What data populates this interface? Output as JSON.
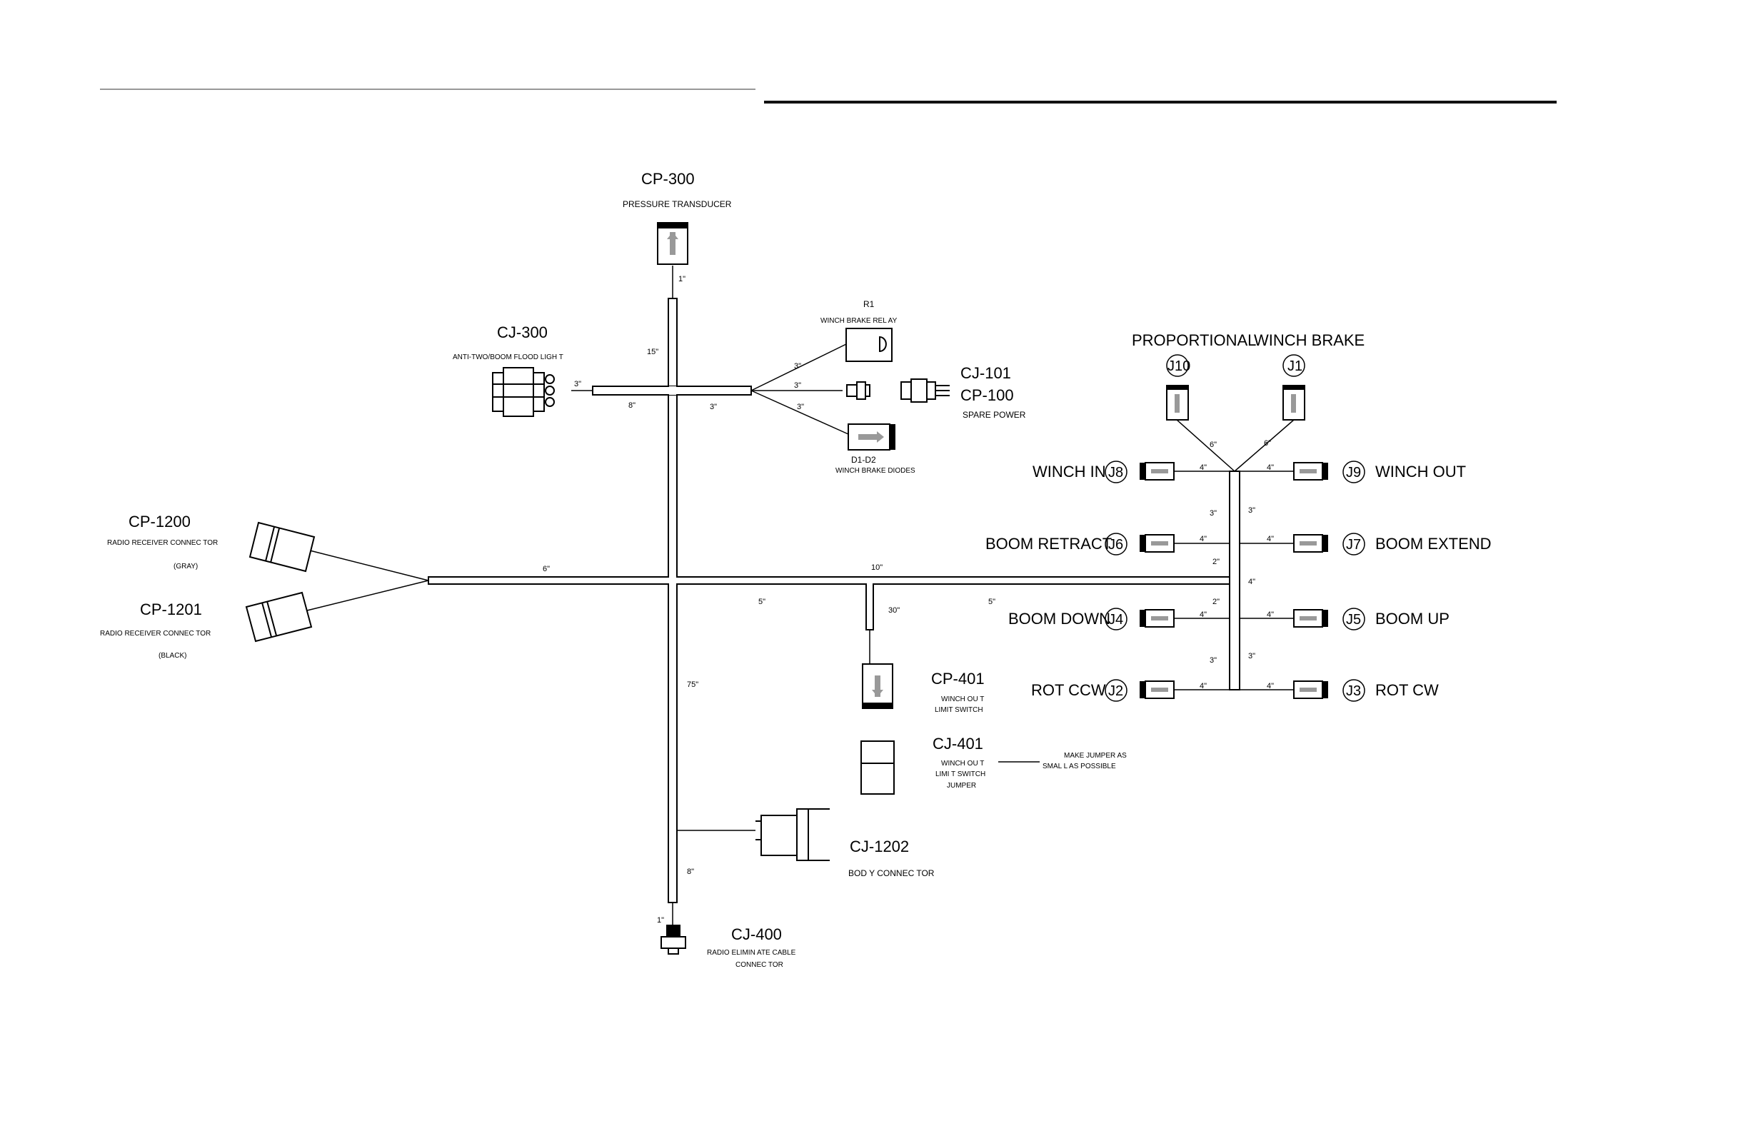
{
  "connectors": {
    "cp300": {
      "id": "CP-300",
      "desc": "PRESSURE  TRANSDUCER"
    },
    "cj300": {
      "id": "CJ-300",
      "desc": "ANTI-TWO/BOOM FLOOD LIGH    T"
    },
    "r1": {
      "id": "R1",
      "desc": "WINCH BRAKE REL   AY"
    },
    "cj101": {
      "id": "CJ-101"
    },
    "cp100": {
      "id": "CP-100",
      "desc": "SPARE POWER"
    },
    "d1d2": {
      "id": "D1-D2",
      "desc": "WINCH BRAKE DIODES"
    },
    "cp1200": {
      "id": "CP-1200",
      "desc": "RADIO RECEIVER CONNEC     TOR",
      "desc2": "(GRAY)"
    },
    "cp1201": {
      "id": "CP-1201",
      "desc": "RADIO RECEIVER CONNEC     TOR",
      "desc2": "(BLACK)"
    },
    "cp401": {
      "id": "CP-401",
      "desc": "WINCH OU T",
      "desc2": "LIMIT SWITCH"
    },
    "cj401": {
      "id": "CJ-401",
      "desc": "WINCH OU T",
      "desc2": "LIMI T SWITCH",
      "desc3": "JUMPER"
    },
    "cj1202": {
      "id": "CJ-1202",
      "desc": "BOD Y CONNEC TOR"
    },
    "cj400": {
      "id": "CJ-400",
      "desc": "RADIO ELIMIN  ATE CABLE",
      "desc2": "CONNEC TOR"
    }
  },
  "note": {
    "line1": "MAKE JUMPER   AS",
    "line2": "SMAL L AS POSSIBLE"
  },
  "functions": {
    "proportional": {
      "label": "PROPORTIONAL",
      "jack": "J10"
    },
    "winch_brake": {
      "label": "WINCH BRAKE",
      "jack": "J1"
    },
    "winch_in": {
      "label": "WINCH IN",
      "jack": "J8"
    },
    "winch_out": {
      "label": "WINCH OUT",
      "jack": "J9"
    },
    "boom_retract": {
      "label": "BOOM RETRACT",
      "jack": "J6"
    },
    "boom_extend": {
      "label": "BOOM EXTEND",
      "jack": "J7"
    },
    "boom_down": {
      "label": "BOOM DOWN",
      "jack": "J4"
    },
    "boom_up": {
      "label": "BOOM UP",
      "jack": "J5"
    },
    "rot_ccw": {
      "label": "ROT CCW",
      "jack": "J2"
    },
    "rot_cw": {
      "label": "ROT CW",
      "jack": "J3"
    }
  },
  "lengths": {
    "l1": "1\"",
    "l15": "15\"",
    "l3a": "3\"",
    "l8a": "8\"",
    "l3b": "3\"",
    "l3c": "3\"",
    "l3d": "3\"",
    "l3e": "3\"",
    "l6a": "6\"",
    "l10": "10\"",
    "l5a": "5\"",
    "l30": "30\"",
    "l5b": "5\"",
    "l75": "75\"",
    "l8b": "8\"",
    "l1b": "1\"",
    "l6b": "6\"",
    "l6c": "6\"",
    "l4a": "4\"",
    "l4b": "4\"",
    "l3f": "3\"",
    "l3g": "3\"",
    "l4c": "4\"",
    "l4d": "4\"",
    "l2a": "2\"",
    "l4e": "4\"",
    "l2b": "2\"",
    "l4f": "4\"",
    "l4g": "4\"",
    "l3h": "3\"",
    "l3i": "3\"",
    "l4h": "4\"",
    "l4i": "4\""
  }
}
